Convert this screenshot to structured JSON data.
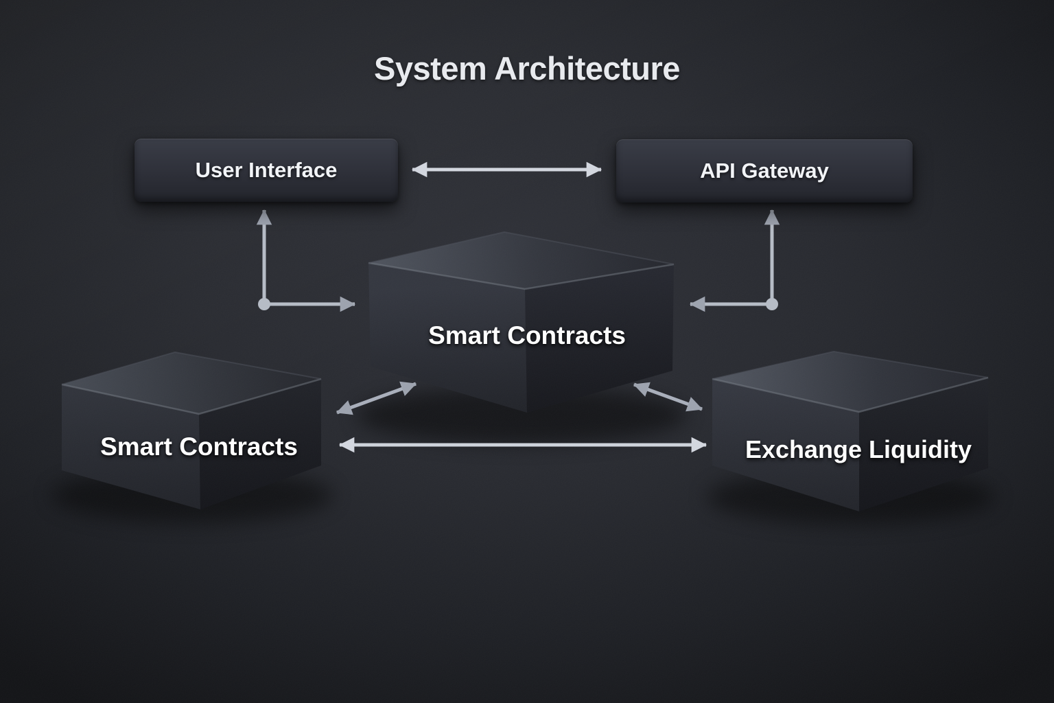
{
  "title": "System Architecture",
  "colors": {
    "background_center": "#2c2e35",
    "background_edge": "#101114",
    "node_fill_top": "#3a3d47",
    "node_fill_bottom": "#23252c",
    "box_top_face_light": "#4d525c",
    "box_front_face": "#2e313a",
    "box_side_face_dark": "#15161b",
    "arrow_bright": "#d2d6de",
    "arrow_muted": "#a8aeba",
    "label_text": "#ffffff"
  },
  "nodes": [
    {
      "id": "user-interface",
      "label": "User Interface",
      "shape": "rounded-rect"
    },
    {
      "id": "api-gateway",
      "label": "API Gateway",
      "shape": "rounded-rect"
    },
    {
      "id": "smart-contracts-center",
      "label": "Smart Contracts",
      "shape": "3d-box"
    },
    {
      "id": "smart-contracts-left",
      "label": "Smart Contracts",
      "shape": "3d-box"
    },
    {
      "id": "exchange-liquidity",
      "label": "Exchange Liquidity",
      "shape": "3d-box"
    }
  ],
  "edges": [
    {
      "between": [
        "user-interface",
        "api-gateway"
      ],
      "type": "straight",
      "bidirectional": true
    },
    {
      "between": [
        "smart-contracts-center",
        "user-interface"
      ],
      "type": "elbow-junction",
      "junction_dot": true,
      "arrows_to": [
        "user-interface",
        "smart-contracts-center"
      ]
    },
    {
      "between": [
        "smart-contracts-center",
        "api-gateway"
      ],
      "type": "elbow-junction",
      "junction_dot": true,
      "arrows_to": [
        "api-gateway",
        "smart-contracts-center"
      ]
    },
    {
      "between": [
        "smart-contracts-left",
        "smart-contracts-center"
      ],
      "type": "diagonal",
      "bidirectional": true
    },
    {
      "between": [
        "smart-contracts-center",
        "exchange-liquidity"
      ],
      "type": "diagonal",
      "bidirectional": true
    },
    {
      "between": [
        "smart-contracts-left",
        "exchange-liquidity"
      ],
      "type": "straight",
      "bidirectional": true
    }
  ]
}
